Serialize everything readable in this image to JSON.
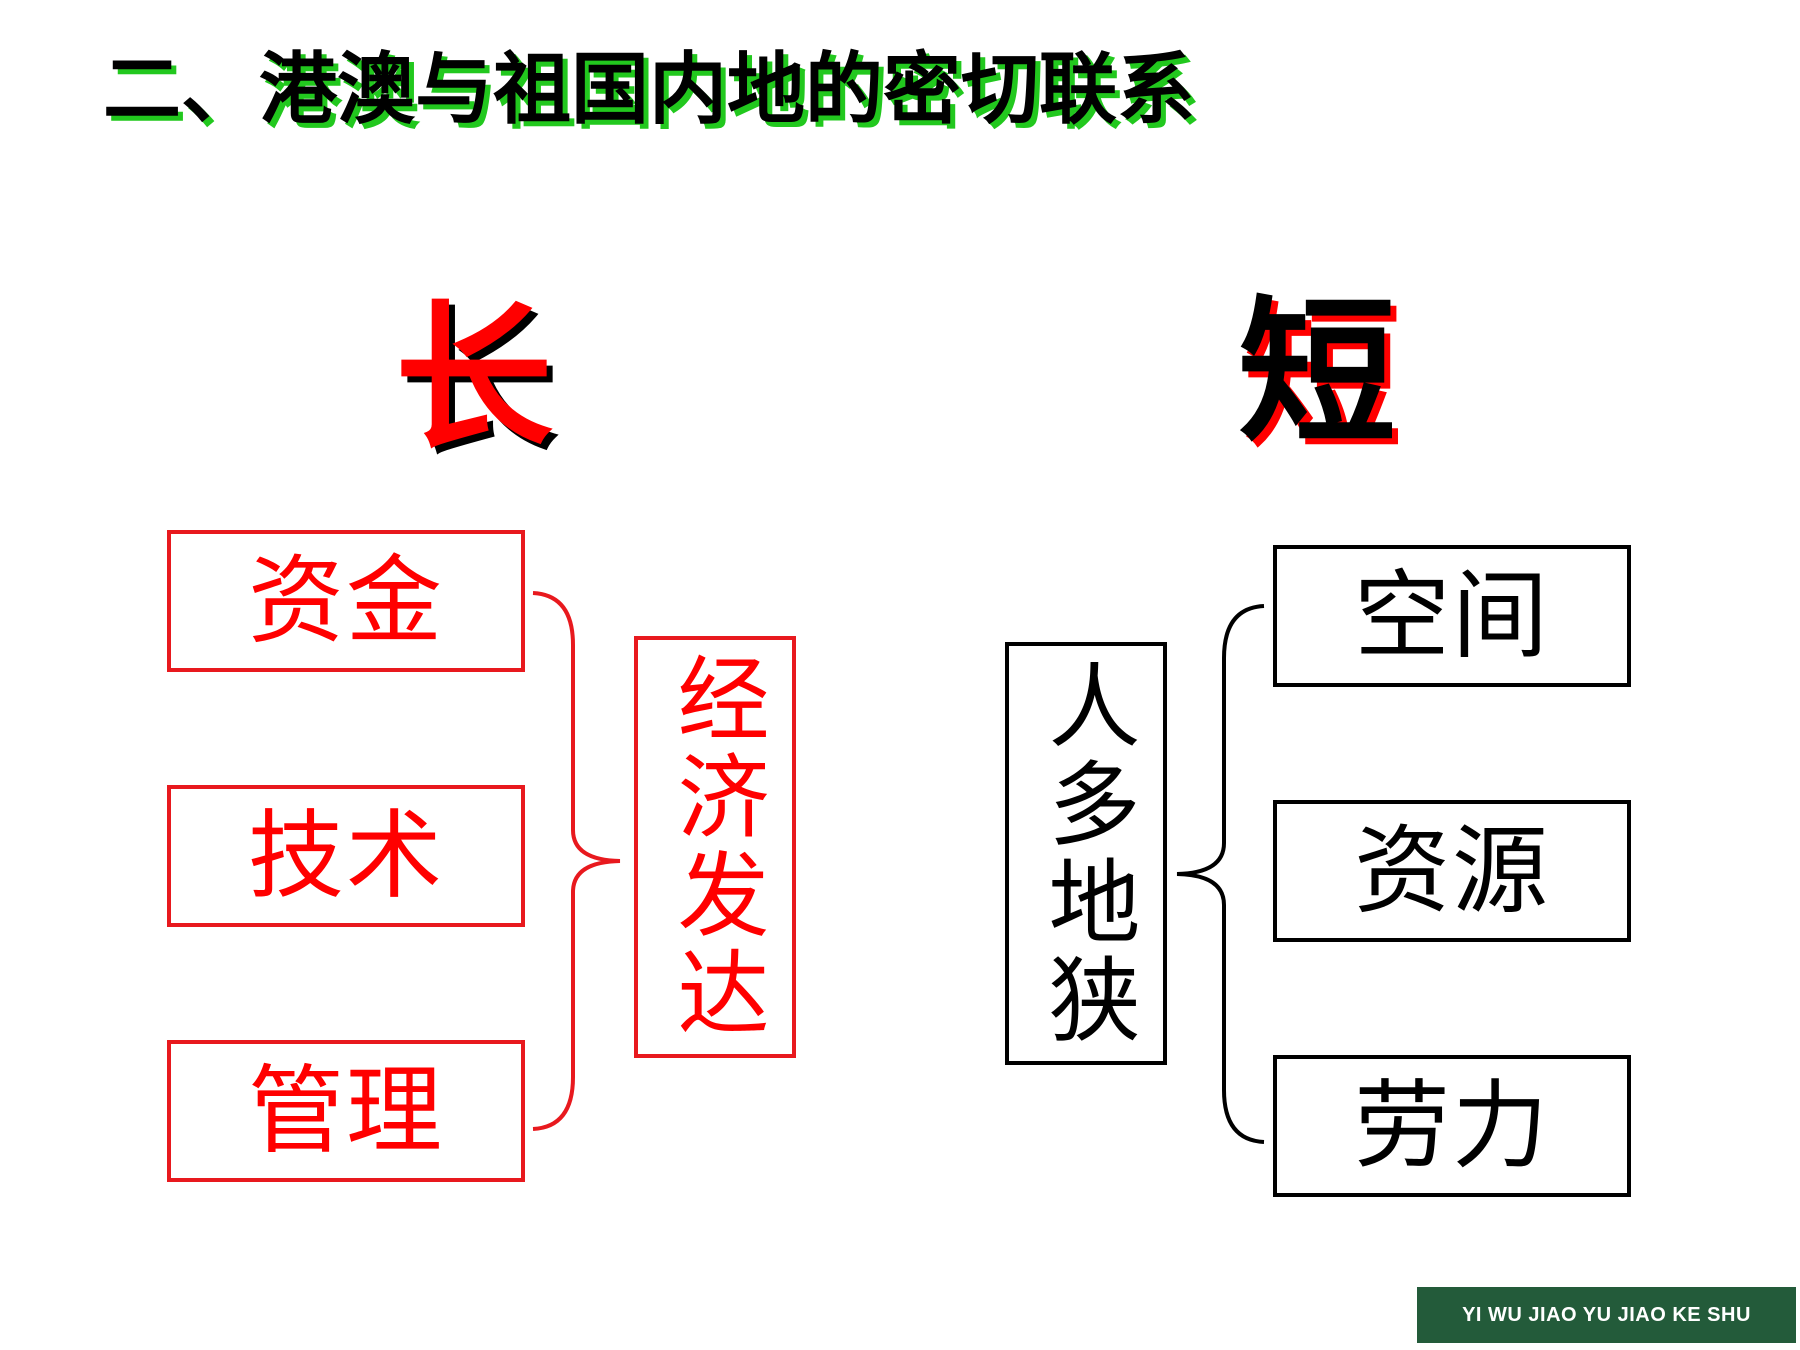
{
  "title": "二、港澳与祖国内地的密切联系",
  "strengths": {
    "heading": "长",
    "items": [
      "资金",
      "技术",
      "管理"
    ],
    "result": "经济发达",
    "color": "#ff0000",
    "shadow_color": "#000000"
  },
  "weaknesses": {
    "heading": "短",
    "cause": "人多地狭",
    "items": [
      "空间",
      "资源",
      "劳力"
    ],
    "color": "#000000",
    "shadow_color": "#ff0000"
  },
  "title_shadow_color": "#22c81e",
  "footer": {
    "text": "YI WU JIAO YU JIAO KE SHU",
    "background": "#235b3a"
  }
}
